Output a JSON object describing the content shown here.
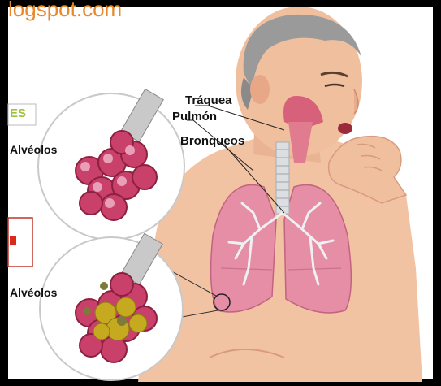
{
  "header": {
    "url_fragment": "logspot.com"
  },
  "margin_fragment": "ES",
  "labels": {
    "trachea": "Tráquea",
    "lung": "Pulmón",
    "bronchi": "Bronqueos",
    "alveoli_healthy": "Alvéolos",
    "alveoli_infected": "Alvéolos"
  },
  "colors": {
    "frame": "#000000",
    "background": "#ffffff",
    "skin": "#f2c3a3",
    "lung": "#e58ea6",
    "alveoli": "#c9406a",
    "infection": "#c5a91e",
    "url_text": "#e8872b"
  }
}
